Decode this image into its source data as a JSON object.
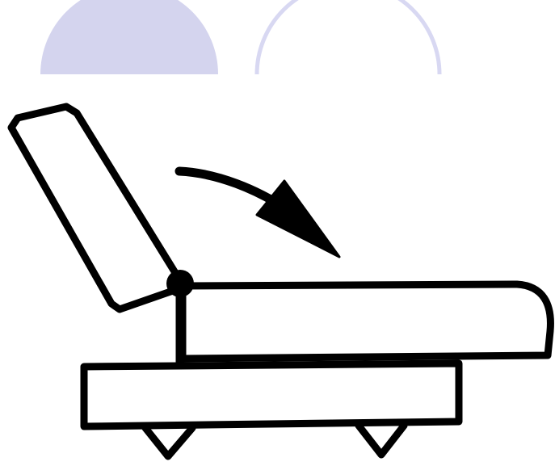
{
  "colors": {
    "background": "#ffffff",
    "ink": "#000000",
    "accent_fill": "#d4d4ee",
    "accent_outline": "#d8d8f2"
  },
  "icons": {
    "back_cushion": "tilted-rectangle",
    "rotation_arrow": "curved-arrow-right-down",
    "hinge": "filled-circle",
    "seat": "rounded-rectangle",
    "base": "rectangle",
    "feet": "triangle"
  }
}
